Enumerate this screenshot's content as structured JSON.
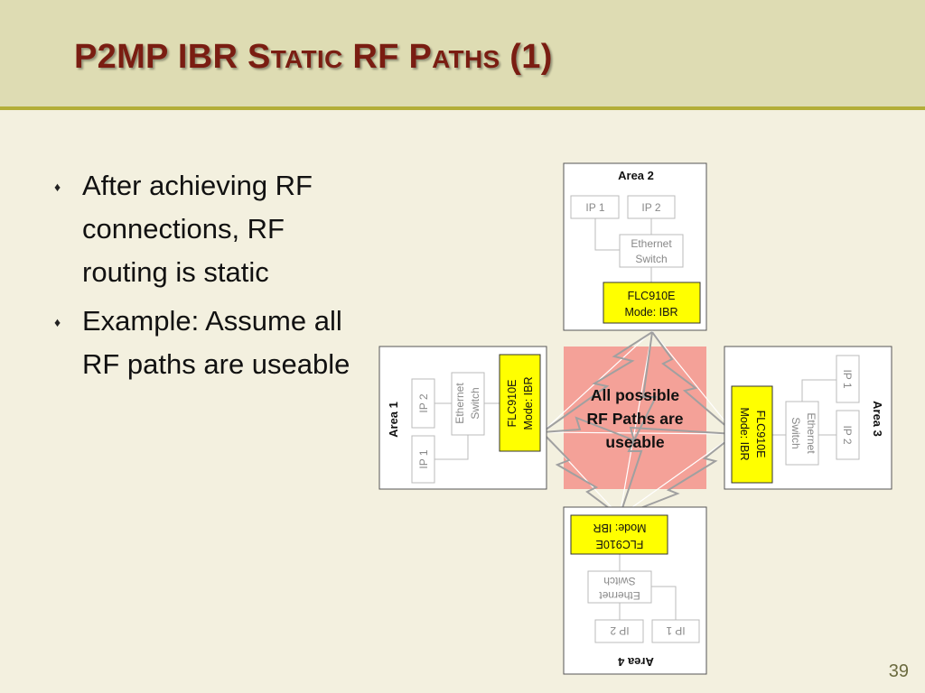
{
  "slide": {
    "title_parts": [
      {
        "text": "P2MP IBR S",
        "big": true
      },
      {
        "text": "TATIC",
        "big": false
      },
      {
        "text": " RF P",
        "big": true
      },
      {
        "text": "ATHS",
        "big": false
      },
      {
        "text": " (1)",
        "big": true
      }
    ],
    "bullets": [
      "After achieving RF connections, RF routing is static",
      "Example: Assume all RF paths are useable"
    ],
    "page_number": "39"
  },
  "diagram": {
    "center_label_lines": [
      "All possible",
      "RF Paths are",
      "useable"
    ],
    "areas": {
      "area2": {
        "title": "Area 2",
        "ip1": "IP 1",
        "ip2": "IP 2",
        "switch_lines": [
          "Ethernet",
          "Switch"
        ],
        "flc_lines": [
          "FLC910E",
          "Mode: IBR"
        ]
      },
      "area1": {
        "title": "Area 1",
        "ip1": "IP 1",
        "ip2": "IP 2",
        "switch_lines": [
          "Ethernet",
          "Switch"
        ],
        "flc_lines": [
          "FLC910E",
          "Mode: IBR"
        ]
      },
      "area3": {
        "title": "Area 3",
        "ip1": "IP 1",
        "ip2": "IP 2",
        "switch_lines": [
          "Ethernet",
          "Switch"
        ],
        "flc_lines": [
          "FLC910E",
          "Mode: IBR"
        ]
      },
      "area4": {
        "title": "Area 4",
        "ip1": "IP 1",
        "ip2": "IP 2",
        "switch_lines": [
          "Ethernet",
          "Switch"
        ],
        "flc_lines": [
          "FLC910E",
          "Mode: IBR"
        ]
      }
    },
    "colors": {
      "center_fill": "#f4a198",
      "flc_fill": "#ffff00",
      "lightning": "#a0a0a0"
    }
  }
}
